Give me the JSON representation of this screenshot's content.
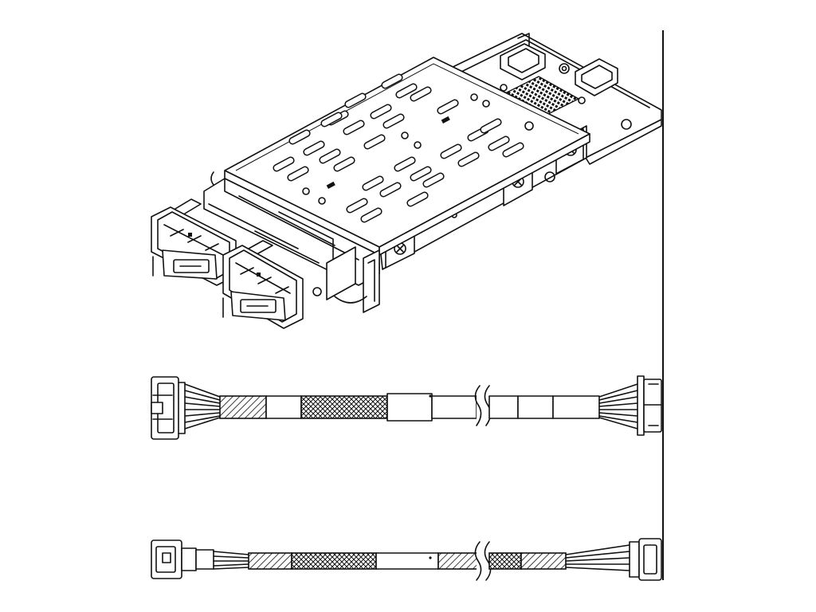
{
  "figure": {
    "background": "#ffffff",
    "line_color": "#111111",
    "items": [
      {
        "name": "drive-cage-assembly",
        "kind": "2-bay drive cage with backplane"
      },
      {
        "name": "cable-upper",
        "kind": "multi-lane cable with braided sleeve"
      },
      {
        "name": "cable-lower",
        "kind": "multi-lane cable with shielded segments"
      }
    ]
  }
}
